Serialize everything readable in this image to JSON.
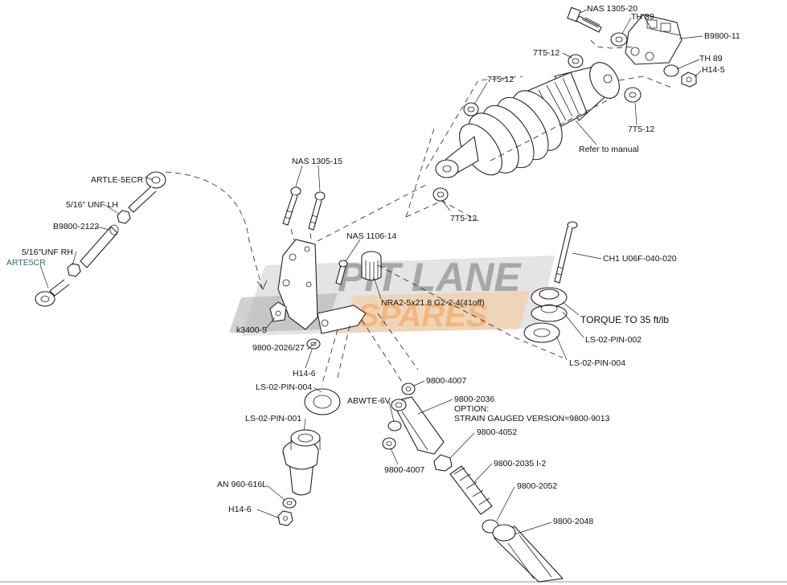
{
  "watermark": {
    "line1": "PIT LANE",
    "line2": "SPARES",
    "color_dark": "#8a8a8a",
    "color_accent": "#f0a050"
  },
  "labels": {
    "nas_1305_20": "NAS 1305-20",
    "th89_top": "TH 89",
    "b9800_11": "B9800-11",
    "t7t5_12_a": "7T5-12",
    "th89_right": "TH 89",
    "h14_5": "H14-5",
    "t7t5_12_b": "7T5-12",
    "t7t5_12_c": "7T5-12",
    "refer_manual": "Refer to manual",
    "t7t5_12_d": "7T5-12",
    "nas_1305_15": "NAS 1305-15",
    "artle_5ecr": "ARTLE-5ECR",
    "unf_lh": "5/16\" UNF LH",
    "b9800_2122": "B9800-2122",
    "unf_rh": "5/16\"UNF RH",
    "arte5cr": "ARTE5CR",
    "nas_1106_14": "NAS 1106-14",
    "ch1_u06f": "CH1 U06F-040-020",
    "nra2": "NRA2-5x21.8 G2-2-4(41off)",
    "torque": "TORQUE TO 35 ft/lb",
    "k3400_5": "k3400-5",
    "ls02_pin_002": "LS-02-PIN-002",
    "p9800_2026_27": "9800-2026/27",
    "ls02_pin_004_right": "LS-02-PIN-004",
    "h14_6_upper": "H14-6",
    "p9800_4007_a": "9800-4007",
    "ls02_pin_004_left": "LS-02-PIN-004",
    "abwte_6v": "ABWTE-6V",
    "p9800_2036": "9800-2036",
    "option": "OPTION:",
    "strain_gauged": "STRAIN GAUGED VERSION=9800-9013",
    "ls02_pin_001": "LS-02-PIN-001",
    "p9800_4052": "9800-4052",
    "p9800_4007_b": "9800-4007",
    "p9800_2035": "9800-2035 I-2",
    "an960": "AN 960-616L",
    "p9800_2052": "9800-2052",
    "h14_6_lower": "H14-6",
    "p9800_2048": "9800-2048"
  }
}
